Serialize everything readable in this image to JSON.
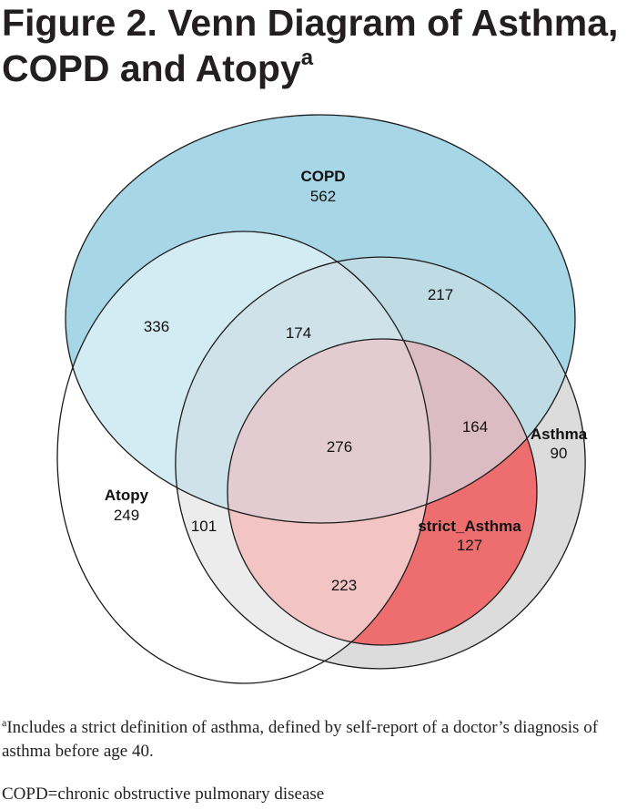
{
  "title": {
    "text": "Figure 2. Venn Diagram of Asthma, COPD and Atopy",
    "superscript": "a"
  },
  "sets": [
    {
      "name": "COPD",
      "value": "562",
      "color": "#8fcbe0"
    },
    {
      "name": "Atopy",
      "value": "249",
      "color": "#ffffff"
    },
    {
      "name": "Asthma",
      "value": "90",
      "color": "#d9d9d9"
    },
    {
      "name": "strict_Asthma",
      "value": "127",
      "color": "#ee6e70"
    }
  ],
  "regions": {
    "copd_atopy": "336",
    "copd_atopy_asthma": "174",
    "copd_asthma": "217",
    "copd_atopy_strict": "276",
    "copd_strict": "164",
    "atopy_asthma": "101",
    "atopy_strict": "223"
  },
  "footnotes": {
    "note_marker": "a",
    "note_text": "Includes a strict definition of asthma, defined by self-report of a doctor’s diagnosis of asthma before age 40.",
    "abbreviation": "COPD=chronic obstructive pulmonary disease"
  }
}
